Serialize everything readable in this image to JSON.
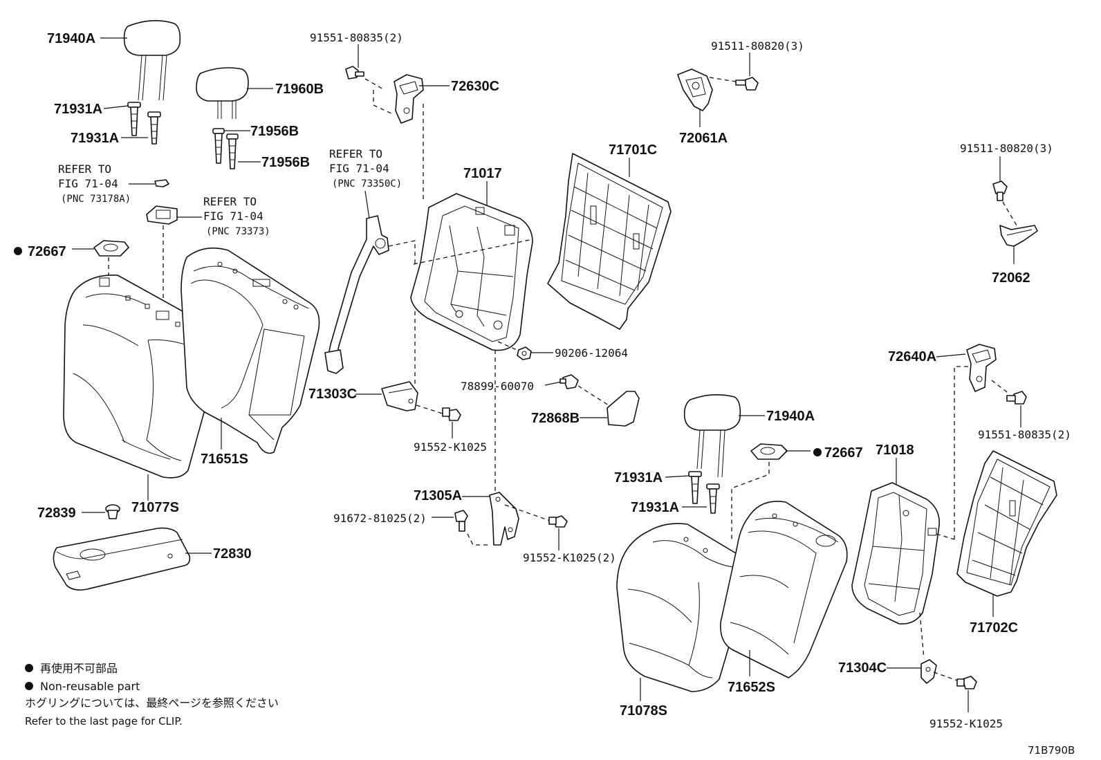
{
  "callouts": {
    "c71940A_top": "71940A",
    "c71931A_a": "71931A",
    "c71931A_b": "71931A",
    "c71960B": "71960B",
    "c71956B_a": "71956B",
    "c71956B_b": "71956B",
    "c72667_left": "72667",
    "c71651S": "71651S",
    "c71077S": "71077S",
    "c72839": "72839",
    "c72830": "72830",
    "c91551_top": "91551-80835(2)",
    "c72630C": "72630C",
    "c71017": "71017",
    "c71701C": "71701C",
    "c91511_top": "91511-80820(3)",
    "c72061A": "72061A",
    "c91511_right": "91511-80820(3)",
    "c72062": "72062",
    "c90206": "90206-12064",
    "c78899": "78899-60070",
    "c71303C": "71303C",
    "c91552_mid": "91552-K1025",
    "c72868B": "72868B",
    "c72640A": "72640A",
    "c91551_right": "91551-80835(2)",
    "c71940A_right": "71940A",
    "c72667_right": "72667",
    "c71018": "71018",
    "c71931A_c": "71931A",
    "c71931A_d": "71931A",
    "c71305A": "71305A",
    "c91672": "91672-81025(2)",
    "c91552_2": "91552-K1025(2)",
    "c71702C": "71702C",
    "c71304C": "71304C",
    "c71078S": "71078S",
    "c71652S": "71652S",
    "c91552_br": "91552-K1025"
  },
  "references": {
    "ref1_line1": "REFER TO",
    "ref1_line2": "FIG 71-04",
    "ref1_line3": "(PNC 73178A)",
    "ref2_line1": "REFER TO",
    "ref2_line2": "FIG 71-04",
    "ref2_line3": "(PNC 73373)",
    "ref3_line1": "REFER TO",
    "ref3_line2": "FIG 71-04",
    "ref3_line3": "(PNC 73350C)"
  },
  "legend": {
    "line1": "再使用不可部品",
    "line2": "Non-reusable part",
    "line3": "ホグリングについては、最終ページを参照ください",
    "line4": "Refer to the last page for CLIP."
  },
  "figure_id": "71B790B"
}
